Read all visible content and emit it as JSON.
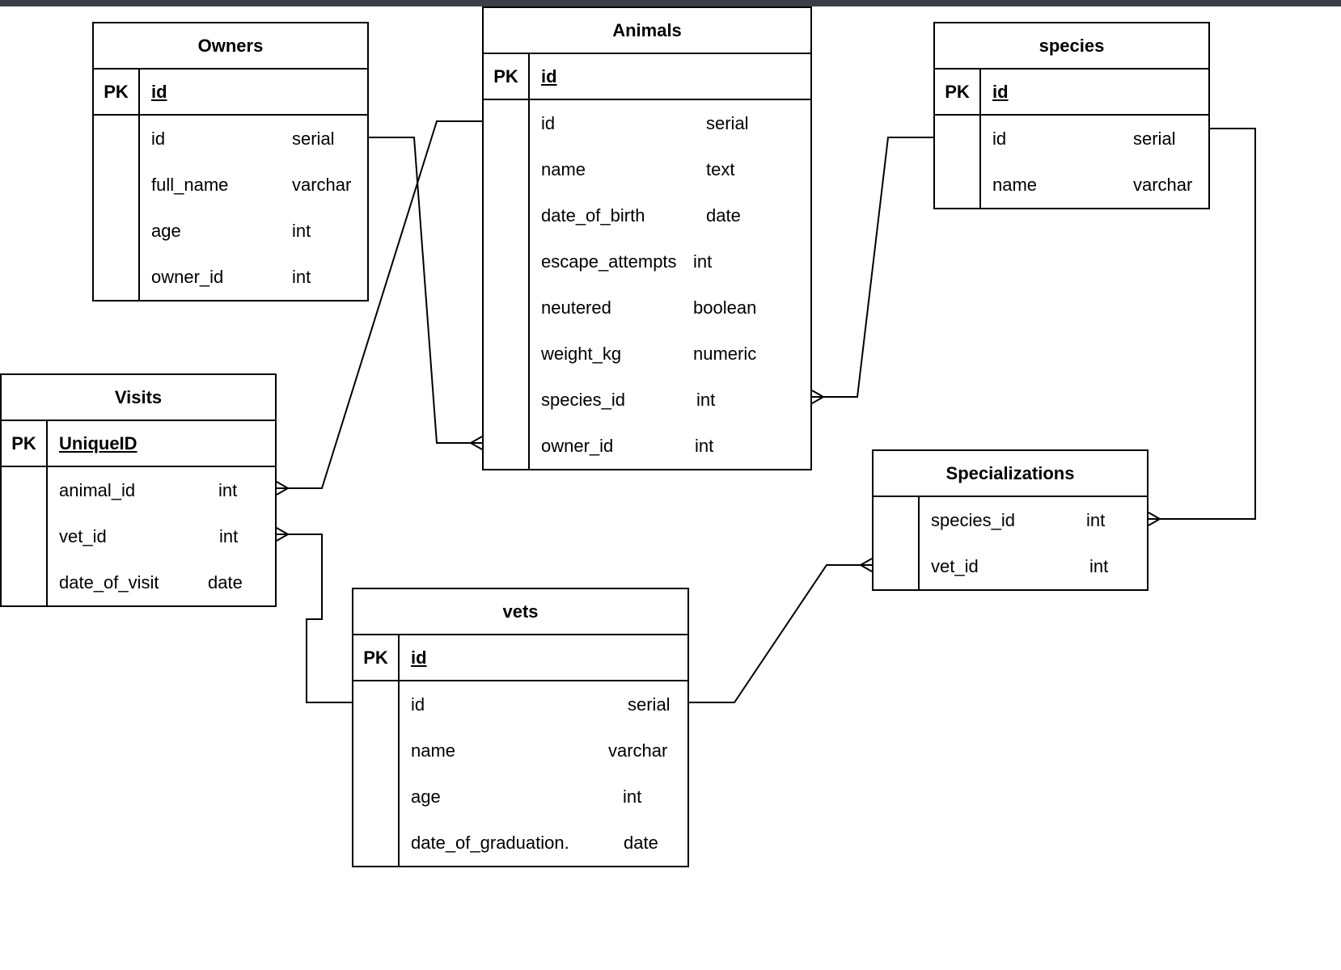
{
  "entities": {
    "owners": {
      "title": "Owners",
      "pk": {
        "key": "PK",
        "name": "id"
      },
      "fields": [
        {
          "name": "id",
          "type": "serial"
        },
        {
          "name": "full_name",
          "type": "varchar"
        },
        {
          "name": "age",
          "type": "int"
        },
        {
          "name": "owner_id",
          "type": "int"
        }
      ]
    },
    "animals": {
      "title": "Animals",
      "pk": {
        "key": "PK",
        "name": "id"
      },
      "fields": [
        {
          "name": "id",
          "type": "serial"
        },
        {
          "name": "name",
          "type": "text"
        },
        {
          "name": "date_of_birth",
          "type": "date"
        },
        {
          "name": "escape_attempts",
          "type": "int"
        },
        {
          "name": "neutered",
          "type": "boolean"
        },
        {
          "name": "weight_kg",
          "type": "numeric"
        },
        {
          "name": "species_id",
          "type": "int"
        },
        {
          "name": "owner_id",
          "type": "int"
        }
      ]
    },
    "species": {
      "title": "species",
      "pk": {
        "key": "PK",
        "name": "id"
      },
      "fields": [
        {
          "name": "id",
          "type": "serial"
        },
        {
          "name": "name",
          "type": "varchar"
        }
      ]
    },
    "visits": {
      "title": "Visits",
      "pk": {
        "key": "PK",
        "name": "UniqueID"
      },
      "fields": [
        {
          "name": "animal_id",
          "type": "int"
        },
        {
          "name": "vet_id",
          "type": "int"
        },
        {
          "name": "date_of_visit",
          "type": "date"
        }
      ]
    },
    "specializations": {
      "title": "Specializations",
      "fields": [
        {
          "name": "species_id",
          "type": "int"
        },
        {
          "name": "vet_id",
          "type": "int"
        }
      ]
    },
    "vets": {
      "title": "vets",
      "pk": {
        "key": "PK",
        "name": "id"
      },
      "fields": [
        {
          "name": "id",
          "type": "serial"
        },
        {
          "name": "name",
          "type": "varchar"
        },
        {
          "name": "age",
          "type": "int"
        },
        {
          "name": "date_of_graduation.",
          "type": "date"
        }
      ]
    }
  },
  "relationships": [
    {
      "from": "Owners.id",
      "to": "Animals.owner_id",
      "cardinality": "one-to-many"
    },
    {
      "from": "Animals.id",
      "to": "Visits.animal_id",
      "cardinality": "one-to-many"
    },
    {
      "from": "species.id",
      "to": "Animals.species_id",
      "cardinality": "one-to-many"
    },
    {
      "from": "species.id",
      "to": "Specializations.species_id",
      "cardinality": "one-to-many"
    },
    {
      "from": "vets.id",
      "to": "Visits.vet_id",
      "cardinality": "one-to-many"
    },
    {
      "from": "vets.id",
      "to": "Specializations.vet_id",
      "cardinality": "one-to-many"
    }
  ],
  "colors": {
    "stroke": "#000000",
    "background": "#ffffff",
    "topbar": "#3c3f46"
  }
}
